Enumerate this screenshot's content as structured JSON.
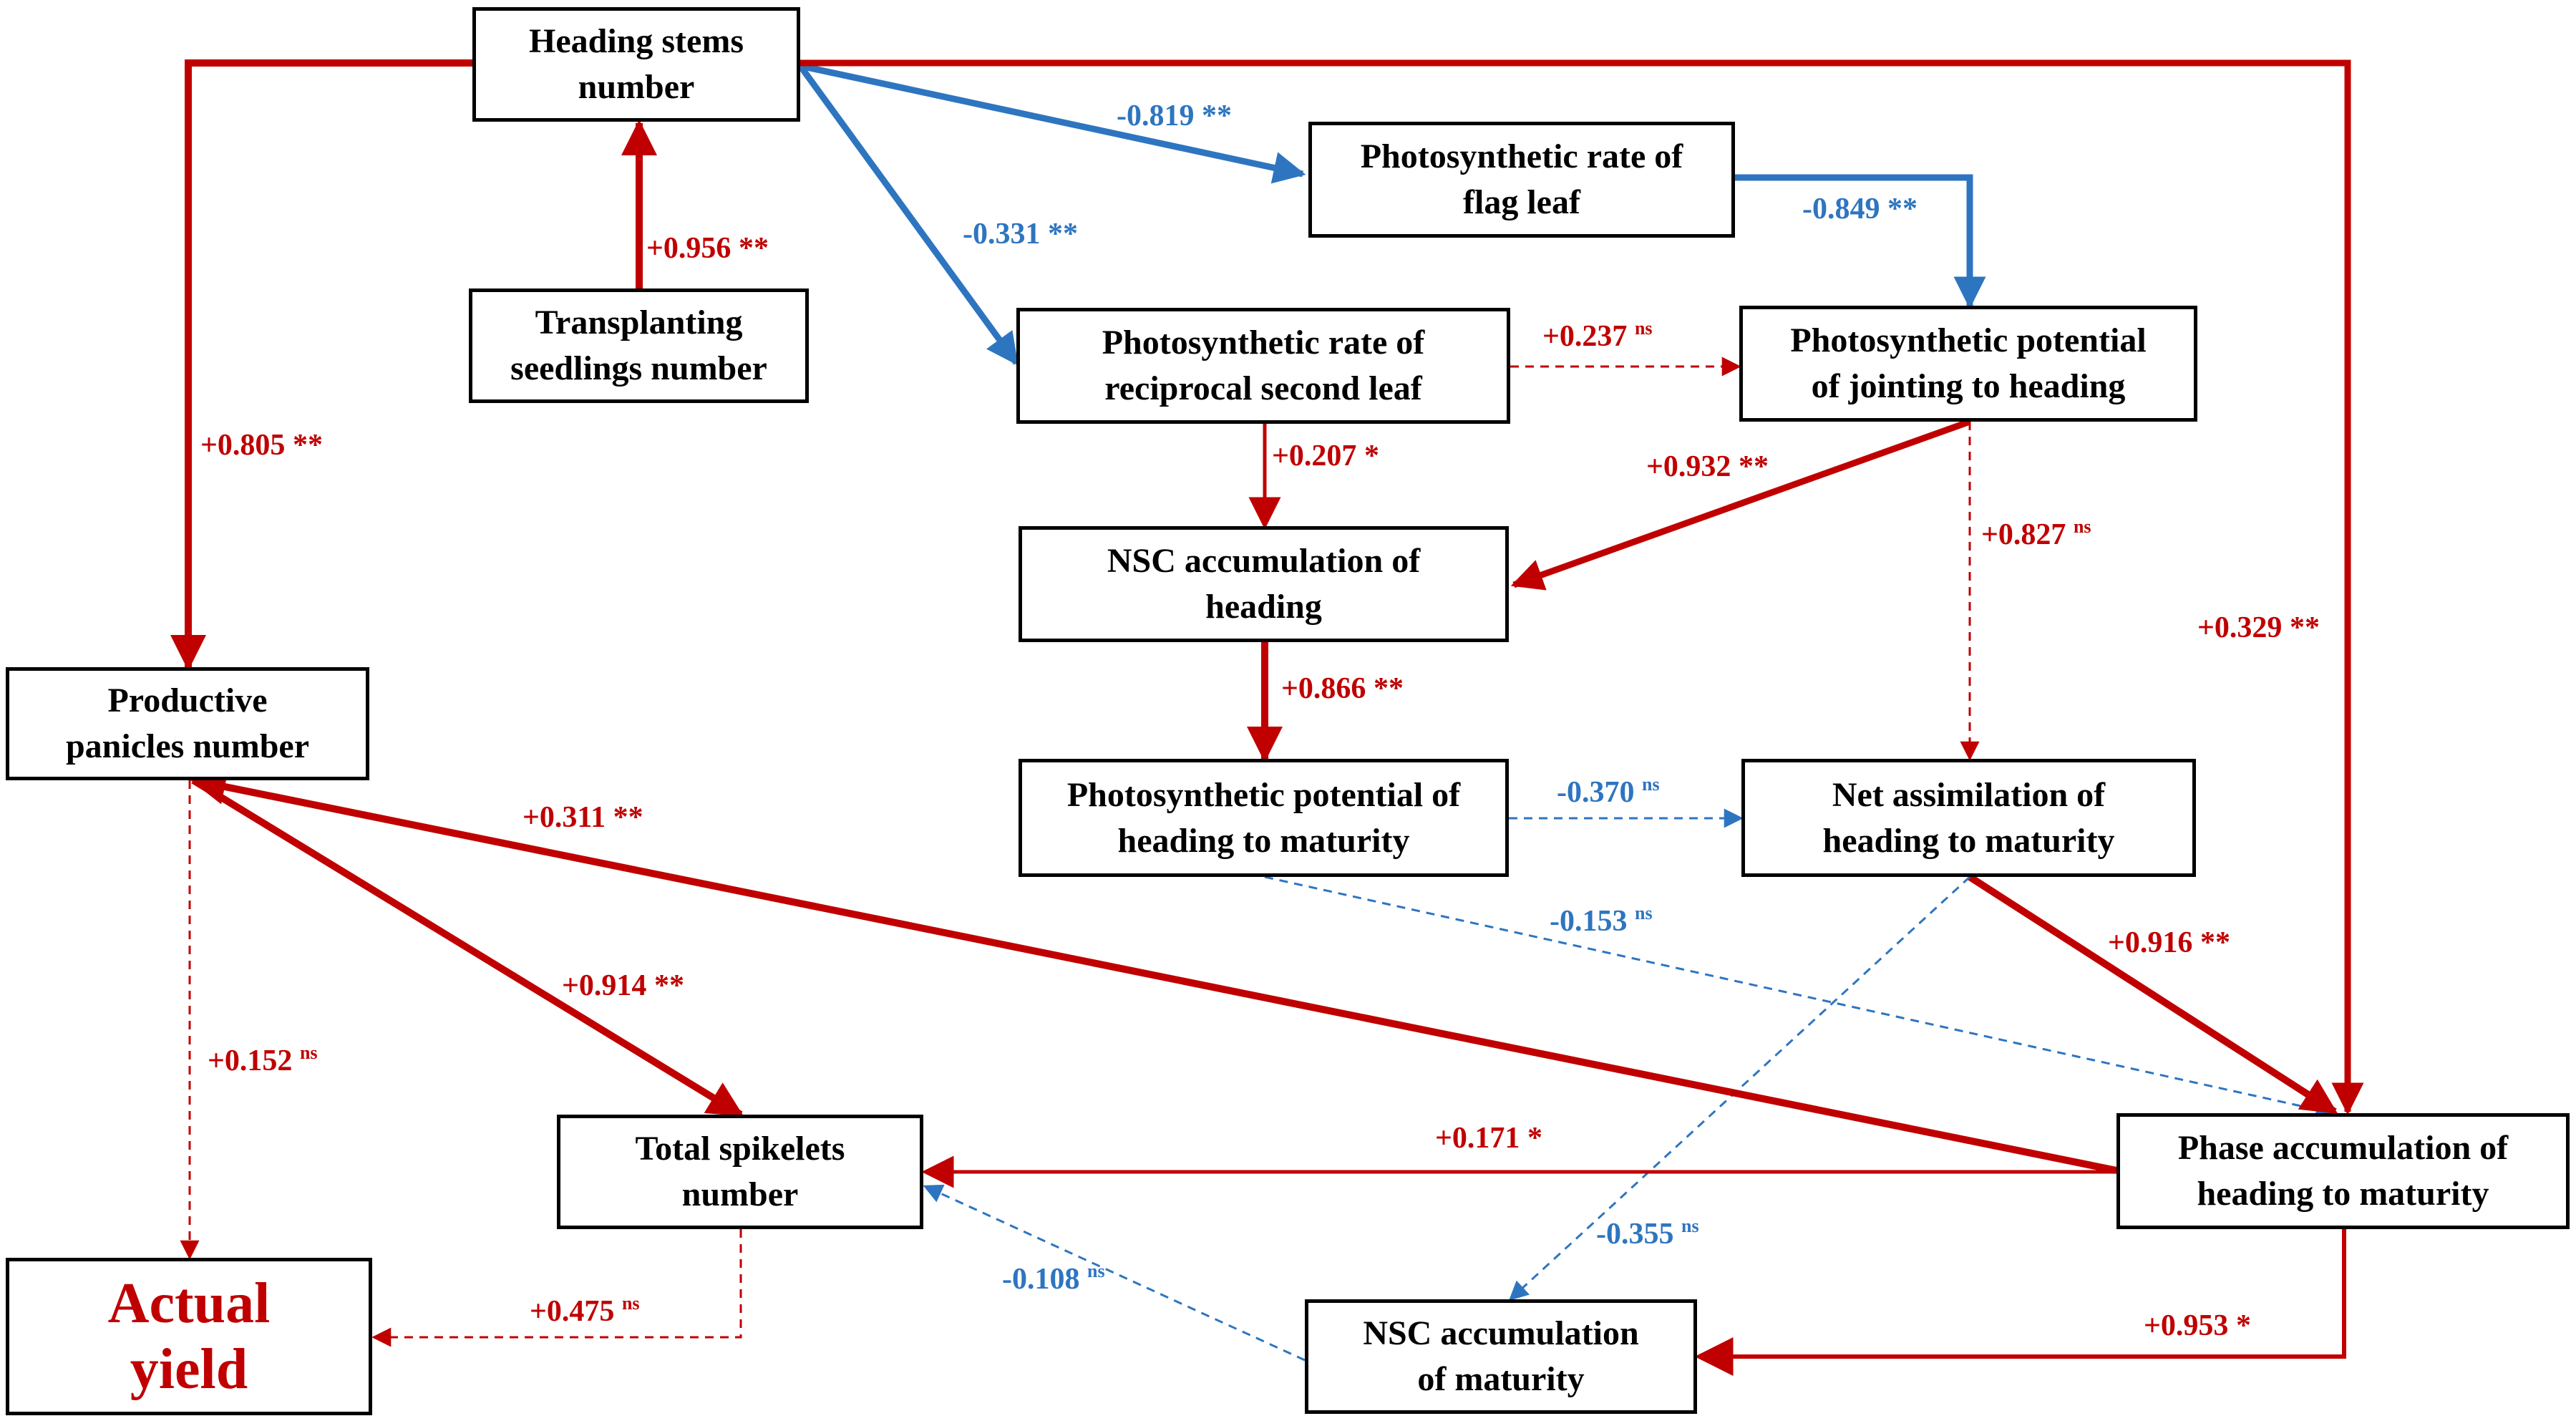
{
  "colors": {
    "positive": "#c00000",
    "negative": "#2e75c0",
    "box_border": "#000000",
    "yield_text": "#c00000"
  },
  "legend_semantics": {
    "positive_color": "red",
    "negative_color": "blue",
    "dashed": "non-significant",
    "solid": "significant"
  },
  "nodes": {
    "heading_stems": {
      "lines": [
        "Heading stems",
        "number"
      ]
    },
    "transplanting": {
      "lines": [
        "Transplanting",
        "seedlings number"
      ]
    },
    "photo_flag": {
      "lines": [
        "Photosynthetic rate of",
        "flag leaf"
      ]
    },
    "photo_second": {
      "lines": [
        "Photosynthetic rate of",
        "reciprocal second leaf"
      ]
    },
    "potential_jointing": {
      "lines": [
        "Photosynthetic potential",
        "of jointing to heading"
      ]
    },
    "nsc_heading": {
      "lines": [
        "NSC accumulation of",
        "heading"
      ]
    },
    "productive": {
      "lines": [
        "Productive",
        "panicles number"
      ]
    },
    "potential_maturity": {
      "lines": [
        "Photosynthetic potential of",
        "heading to maturity"
      ]
    },
    "net_assim": {
      "lines": [
        "Net assimilation of",
        "heading to maturity"
      ]
    },
    "total_spikelets": {
      "lines": [
        "Total spikelets",
        "number"
      ]
    },
    "phase_accum": {
      "lines": [
        "Phase accumulation of",
        "heading to maturity"
      ]
    },
    "actual_yield": {
      "lines": [
        "Actual",
        "yield"
      ]
    },
    "nsc_maturity": {
      "lines": [
        "NSC accumulation",
        "of maturity"
      ]
    }
  },
  "edges": [
    {
      "id": "e1",
      "from": "heading_stems",
      "to": "photo_flag",
      "coef": "-0.819",
      "sig": "**",
      "sign": "negative",
      "significant": true
    },
    {
      "id": "e2",
      "from": "heading_stems",
      "to": "photo_second",
      "coef": "-0.331",
      "sig": "**",
      "sign": "negative",
      "significant": true
    },
    {
      "id": "e3",
      "from": "photo_flag",
      "to": "potential_jointing",
      "coef": "-0.849",
      "sig": "**",
      "sign": "negative",
      "significant": true
    },
    {
      "id": "e4",
      "from": "transplanting",
      "to": "heading_stems",
      "coef": "+0.956",
      "sig": "**",
      "sign": "positive",
      "significant": true
    },
    {
      "id": "e5",
      "from": "heading_stems",
      "to": "productive",
      "coef": "+0.805",
      "sig": "**",
      "sign": "positive",
      "significant": true
    },
    {
      "id": "e6",
      "from": "heading_stems",
      "to": "phase_accum",
      "coef": "+0.329",
      "sig": "**",
      "sign": "positive",
      "significant": true
    },
    {
      "id": "e7",
      "from": "photo_second",
      "to": "potential_jointing",
      "coef": "+0.237",
      "sig": "ns",
      "sign": "positive",
      "significant": false
    },
    {
      "id": "e8",
      "from": "photo_second",
      "to": "nsc_heading",
      "coef": "+0.207",
      "sig": "*",
      "sign": "positive",
      "significant": true
    },
    {
      "id": "e9",
      "from": "potential_jointing",
      "to": "nsc_heading",
      "coef": "+0.932",
      "sig": "**",
      "sign": "positive",
      "significant": true
    },
    {
      "id": "e10",
      "from": "potential_jointing",
      "to": "net_assim",
      "coef": "+0.827",
      "sig": "ns",
      "sign": "positive",
      "significant": false
    },
    {
      "id": "e11",
      "from": "nsc_heading",
      "to": "potential_maturity",
      "coef": "+0.866",
      "sig": "**",
      "sign": "positive",
      "significant": true
    },
    {
      "id": "e12",
      "from": "potential_maturity",
      "to": "net_assim",
      "coef": "-0.370",
      "sig": "ns",
      "sign": "negative",
      "significant": false
    },
    {
      "id": "e13",
      "from": "potential_maturity",
      "to": "phase_accum",
      "coef": "-0.153",
      "sig": "ns",
      "sign": "negative",
      "significant": false
    },
    {
      "id": "e14",
      "from": "net_assim",
      "to": "phase_accum",
      "coef": "+0.916",
      "sig": "**",
      "sign": "positive",
      "significant": true
    },
    {
      "id": "e15",
      "from": "net_assim",
      "to": "nsc_maturity",
      "coef": "-0.355",
      "sig": "ns",
      "sign": "negative",
      "significant": false
    },
    {
      "id": "e16",
      "from": "phase_accum",
      "to": "productive",
      "coef": "+0.311",
      "sig": "**",
      "sign": "positive",
      "significant": true
    },
    {
      "id": "e17",
      "from": "productive",
      "to": "total_spikelets",
      "coef": "+0.914",
      "sig": "**",
      "sign": "positive",
      "significant": true
    },
    {
      "id": "e18",
      "from": "productive",
      "to": "actual_yield",
      "coef": "+0.152",
      "sig": "ns",
      "sign": "positive",
      "significant": false
    },
    {
      "id": "e19",
      "from": "phase_accum",
      "to": "total_spikelets",
      "coef": "+0.171",
      "sig": "*",
      "sign": "positive",
      "significant": true
    },
    {
      "id": "e20",
      "from": "total_spikelets",
      "to": "actual_yield",
      "coef": "+0.475",
      "sig": "ns",
      "sign": "positive",
      "significant": false
    },
    {
      "id": "e21",
      "from": "nsc_maturity",
      "to": "total_spikelets",
      "coef": "-0.108",
      "sig": "ns",
      "sign": "negative",
      "significant": false
    },
    {
      "id": "e22",
      "from": "phase_accum",
      "to": "nsc_maturity",
      "coef": "+0.953",
      "sig": "*",
      "sign": "positive",
      "significant": true
    }
  ]
}
